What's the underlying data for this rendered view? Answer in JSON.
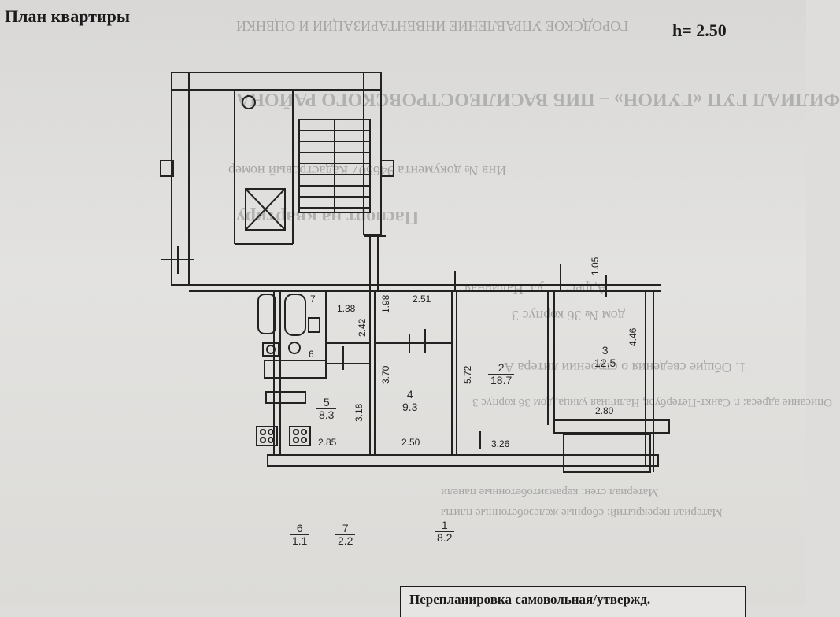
{
  "header": {
    "title": "План квартиры",
    "ceiling_height": "h= 2.50"
  },
  "plan": {
    "dimensions": {
      "d105": "1.05",
      "d446": "4.46",
      "d138": "1.38",
      "d198": "1.98",
      "d251": "2.51",
      "d242": "2.42",
      "d370": "3.70",
      "d572": "5.72",
      "d318": "3.18",
      "d280": "2.80",
      "d285": "2.85",
      "d250": "2.50",
      "d326": "3.26"
    },
    "rooms": {
      "r2": {
        "num": "2",
        "area": "18.7"
      },
      "r3": {
        "num": "3",
        "area": "12.5"
      },
      "r4": {
        "num": "4",
        "area": "9.3"
      },
      "r5": {
        "num": "5",
        "area": "8.3"
      },
      "r6": {
        "num": "6"
      },
      "r7": {
        "num": "7"
      }
    }
  },
  "summary": {
    "r6": {
      "num": "6",
      "area": "1.1"
    },
    "r7": {
      "num": "7",
      "area": "2.2"
    },
    "r1": {
      "num": "1",
      "area": "8.2"
    }
  },
  "stamp": "Перепланировка самовольная/утвержд.",
  "bleed_through": {
    "line1": "ГОРОДСКОЕ УПРАВЛЕНИЕ ИНВЕНТАРИЗАЦИИ И ОЦЕНКИ",
    "line2": "ФИЛИАЛ ГУП «ГУИОН» – ПИБ ВАСИЛЕОСТРОВСКОГО РАЙОНА",
    "line3": "Инв № документа 946507 Кадастровый номер",
    "line4": "Паспорт на квартиру",
    "line5": "Адрес: … ул. Наличная",
    "line6": "дом № 36 корпус 3",
    "line7": "1. Общие сведения о строении литера А",
    "line8": "Описание адреса: г. Санкт-Петербург, Наличная улица, дом 36 корпус 3",
    "line9": "Материал стен: керамзитобетонные панели",
    "line10": "Материал перекрытий: сборные железобетонные плиты"
  }
}
